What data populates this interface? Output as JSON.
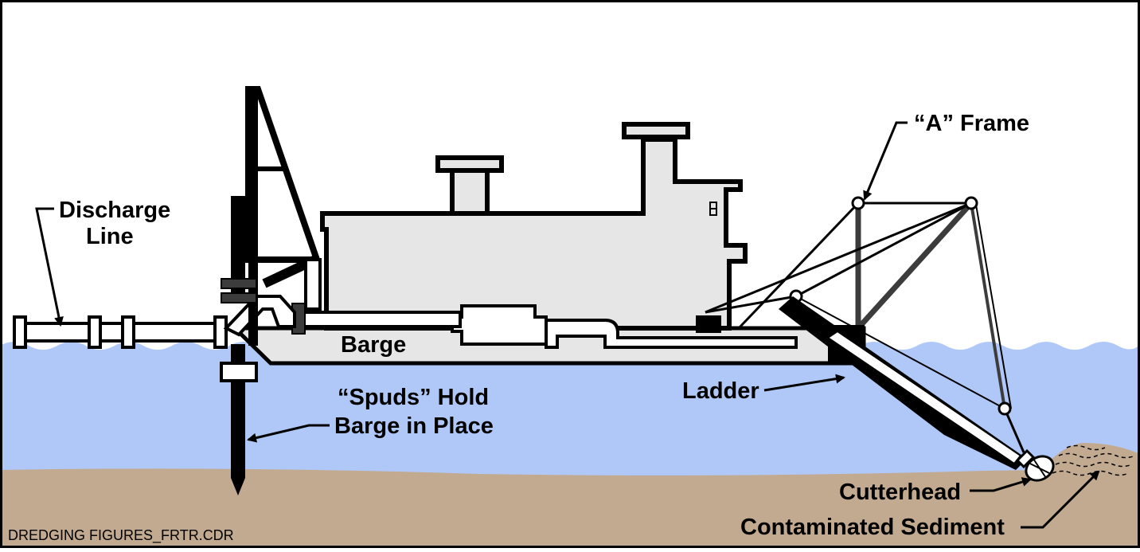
{
  "labels": {
    "discharge_line_1": "Discharge",
    "discharge_line_2": "Line",
    "a_frame": "“A” Frame",
    "barge": "Barge",
    "spuds_1": "“Spuds” Hold",
    "spuds_2": "Barge in Place",
    "ladder": "Ladder",
    "cutterhead": "Cutterhead",
    "contaminated_sediment": "Contaminated Sediment"
  },
  "credit": "DREDGING FIGURES_FRTR.CDR",
  "colors": {
    "sky": "#ffffff",
    "water": "#b0c8f7",
    "sediment": "#c2aa90",
    "barge": "#e6e6e6",
    "outline": "#000000",
    "frame_gray": "#3c3c3c"
  }
}
